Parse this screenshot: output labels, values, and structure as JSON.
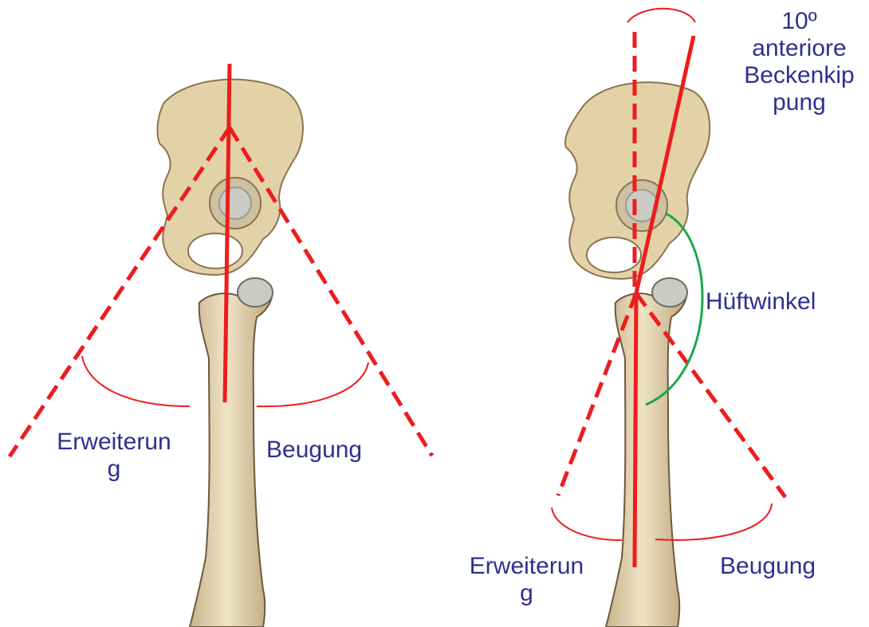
{
  "left_panel": {
    "extension_label_line1": "Erweiterun",
    "extension_label_line2": "g",
    "flexion_label": "Beugung"
  },
  "right_panel": {
    "tilt_label_line1": "10º",
    "tilt_label_line2": "anteriore",
    "tilt_label_line3": "Beckenkip",
    "tilt_label_line4": "pung",
    "hip_angle_label": "Hüftwinkel",
    "extension_label_line1": "Erweiterun",
    "extension_label_line2": "g",
    "flexion_label": "Beugung"
  },
  "colors": {
    "axis_line": "#ee1c1c",
    "hip_angle_arc": "#1aa84a",
    "label_text": "#2f2f8f",
    "bone": "#e6d7b4",
    "bone_outline": "#6b5a3c",
    "cartilage": "#c9cbc4"
  }
}
